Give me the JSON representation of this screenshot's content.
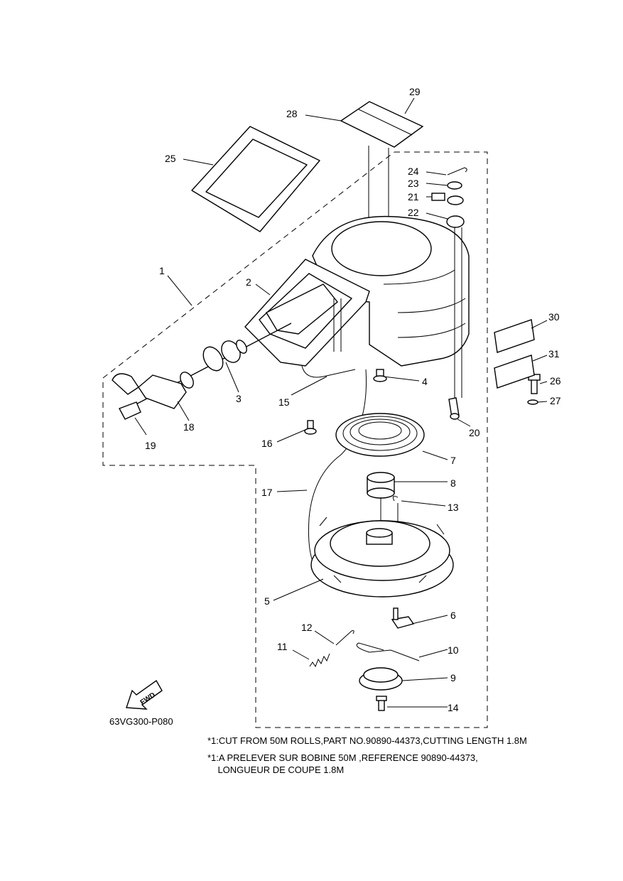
{
  "diagram": {
    "callouts": [
      "1",
      "2",
      "3",
      "4",
      "5",
      "6",
      "7",
      "8",
      "9",
      "10",
      "11",
      "12",
      "13",
      "14",
      "15",
      "16",
      "17",
      "18",
      "19",
      "20",
      "21",
      "22",
      "23",
      "24",
      "25",
      "26",
      "27",
      "28",
      "29",
      "30",
      "31"
    ],
    "fwd_label": "FWD",
    "drawing_code": "63VG300-P080"
  },
  "notes": {
    "english": "*1:CUT FROM 50M ROLLS,PART NO.90890-44373,CUTTING LENGTH 1.8M",
    "french_line1": "*1:A PRELEVER SUR BOBINE 50M ,REFERENCE 90890-44373,",
    "french_line2": "    LONGUEUR DE COUPE 1.8M"
  }
}
